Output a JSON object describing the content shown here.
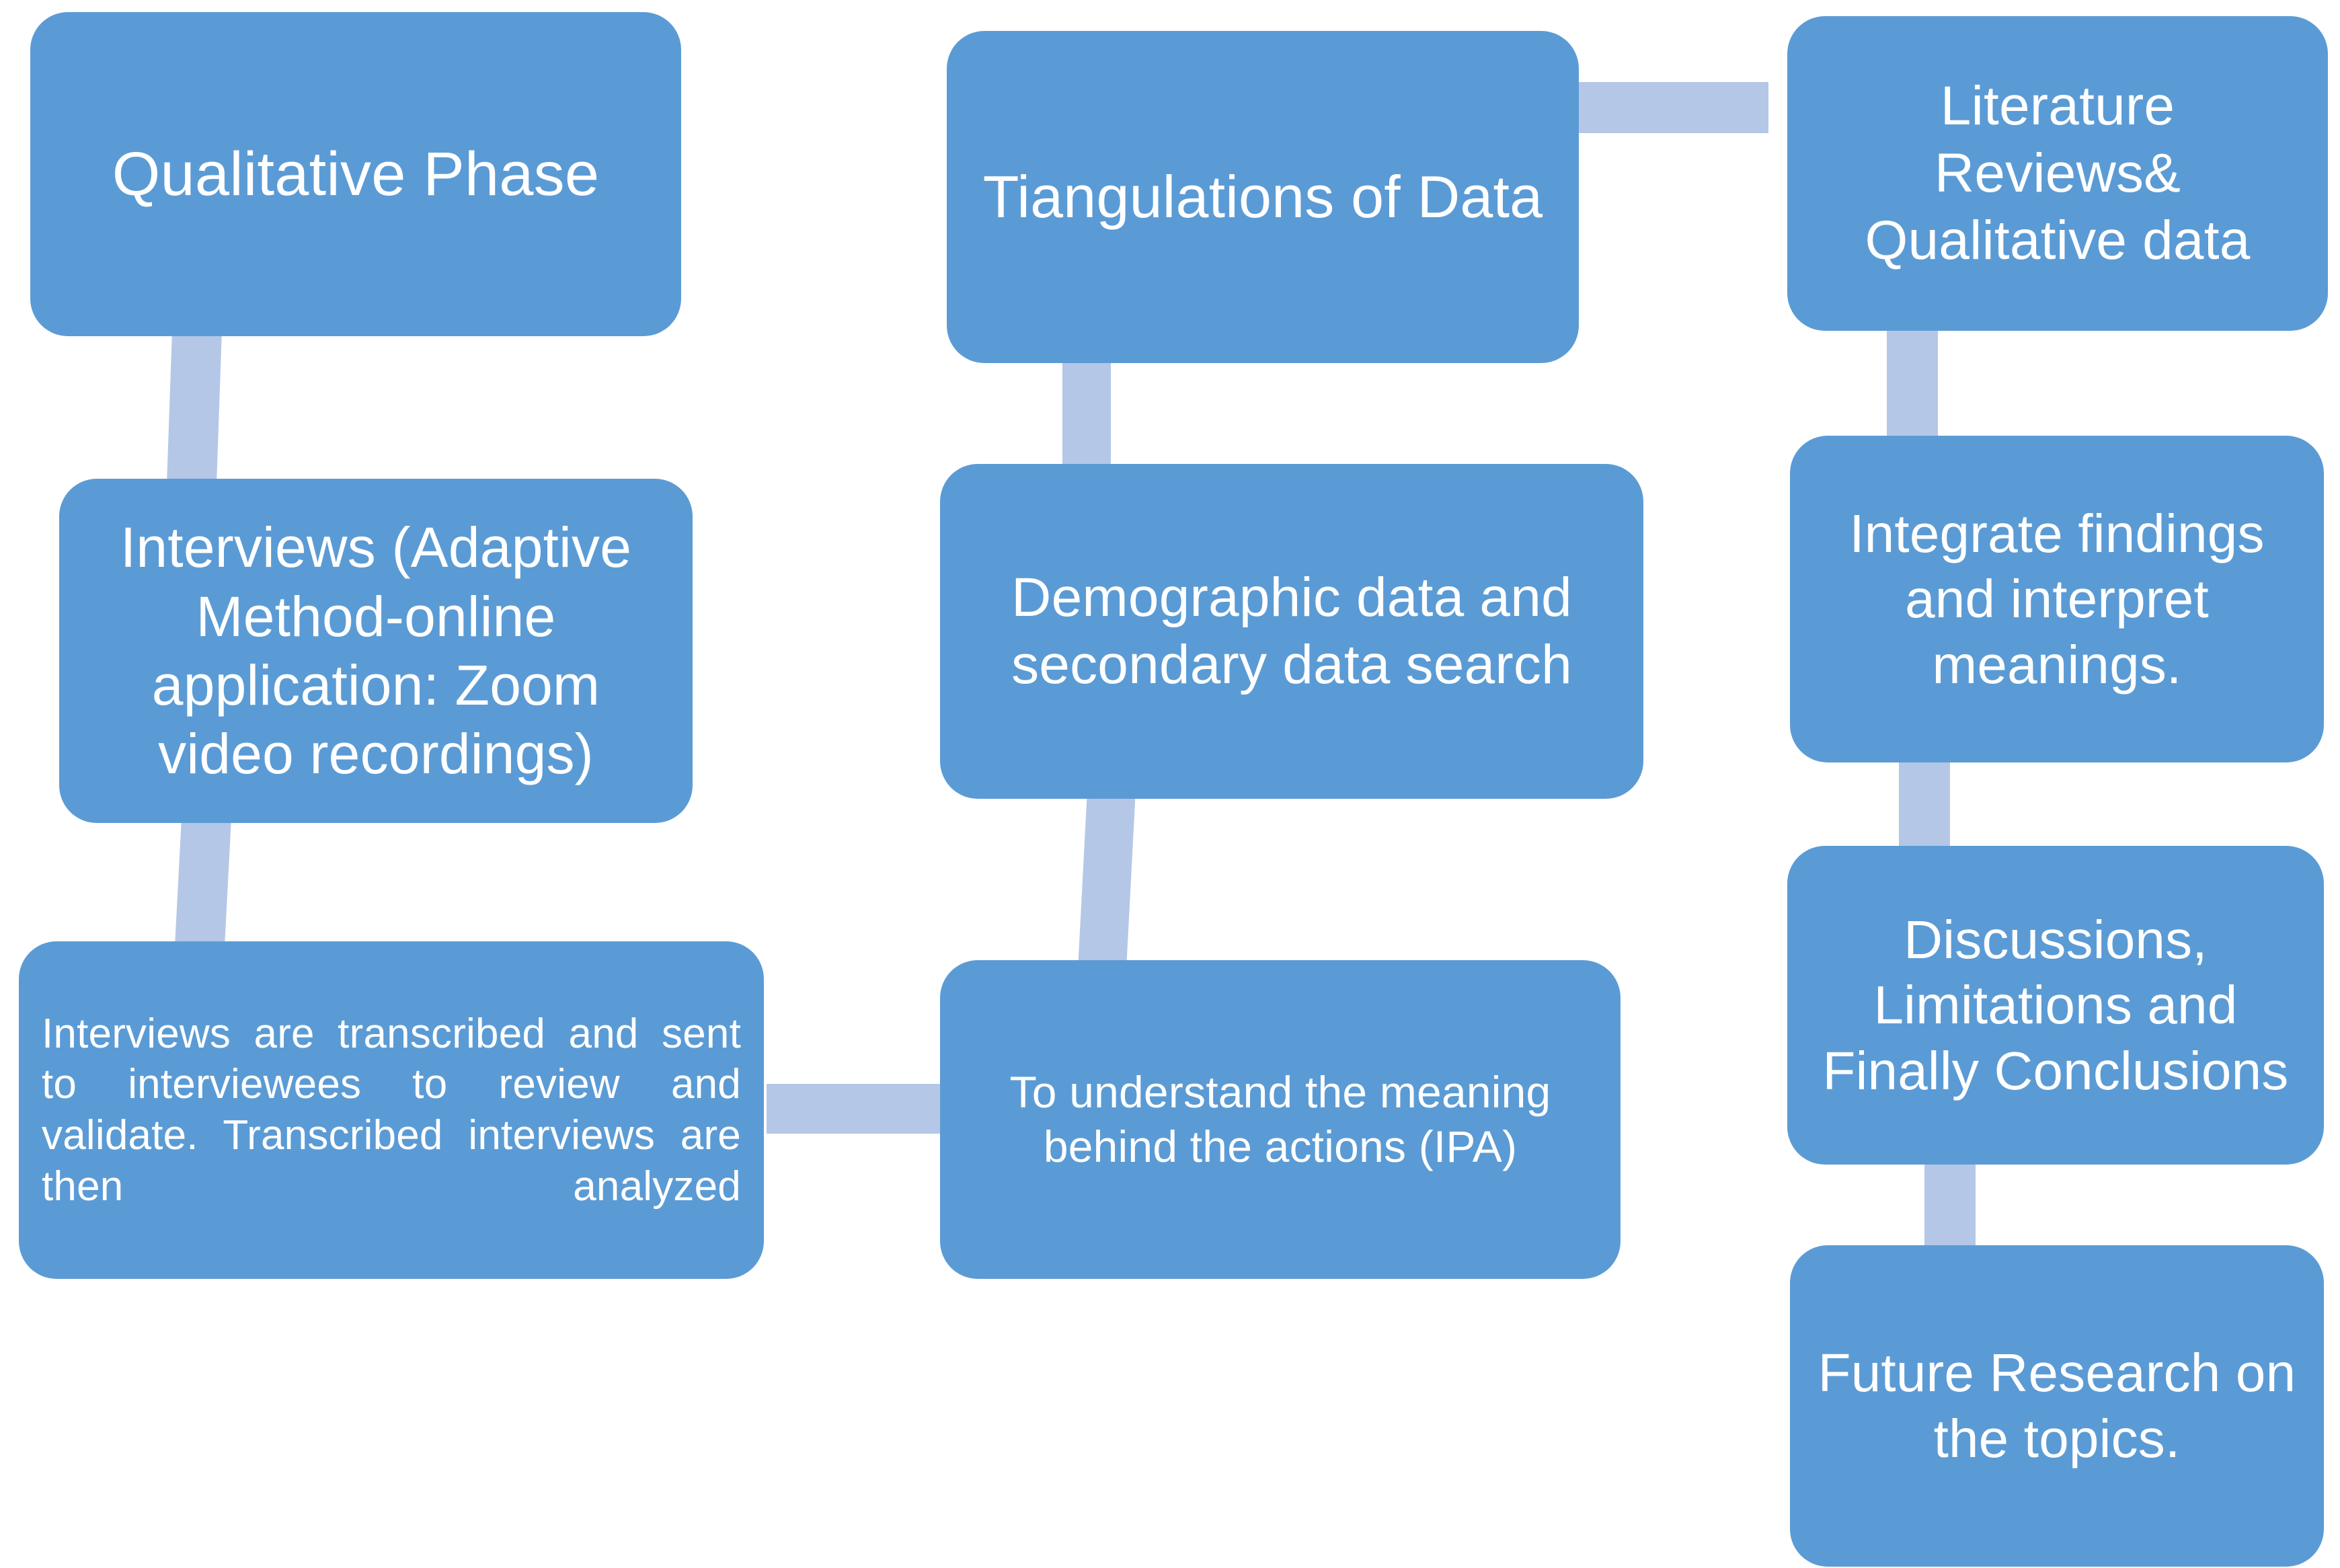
{
  "diagram": {
    "title": "Qualitative research process flowchart",
    "colors": {
      "node_fill": "#5b9bd5",
      "node_text": "#ffffff",
      "connector": "#b4c7e7",
      "background": "#ffffff"
    },
    "nodes": [
      {
        "id": "qualitative-phase",
        "label": "Qualitative Phase",
        "column": "left",
        "order": 1
      },
      {
        "id": "interviews-method",
        "label": "Interviews (Adaptive Method-online application: Zoom video recordings)",
        "column": "left",
        "order": 2
      },
      {
        "id": "transcribed",
        "label": "Interviews are transcribed and sent to interviewees to review and validate. Transcribed interviews are then analyzed",
        "column": "left",
        "order": 3
      },
      {
        "id": "triangulations",
        "label": "Tiangulations of Data",
        "column": "middle",
        "order": 1
      },
      {
        "id": "demographic",
        "label": "Demographic data and secondary data search",
        "column": "middle",
        "order": 2
      },
      {
        "id": "ipa",
        "label": "To understand the meaning behind the actions (IPA)",
        "column": "middle",
        "order": 3
      },
      {
        "id": "literature",
        "label": "Literature Reviews& Qualitative data",
        "column": "right",
        "order": 1
      },
      {
        "id": "integrate",
        "label": "Integrate findings and interpret meanings.",
        "column": "right",
        "order": 2
      },
      {
        "id": "discussions",
        "label": "Discussions, Limitations and Finally Conclusions",
        "column": "right",
        "order": 3
      },
      {
        "id": "future",
        "label": "Future Research on the topics.",
        "column": "right",
        "order": 4
      }
    ],
    "connectors": [
      {
        "id": "qual-interviews",
        "from": "qualitative-phase",
        "to": "interviews-method",
        "orientation": "vertical"
      },
      {
        "id": "interviews-trans",
        "from": "interviews-method",
        "to": "transcribed",
        "orientation": "vertical"
      },
      {
        "id": "trans-ipa",
        "from": "transcribed",
        "to": "ipa",
        "orientation": "horizontal"
      },
      {
        "id": "tri-demo",
        "from": "triangulations",
        "to": "demographic",
        "orientation": "vertical"
      },
      {
        "id": "demo-ipa",
        "from": "demographic",
        "to": "ipa",
        "orientation": "vertical"
      },
      {
        "id": "tri-lit",
        "from": "triangulations",
        "to": "literature",
        "orientation": "horizontal"
      },
      {
        "id": "lit-integrate",
        "from": "literature",
        "to": "integrate",
        "orientation": "vertical"
      },
      {
        "id": "integrate-disc",
        "from": "integrate",
        "to": "discussions",
        "orientation": "vertical"
      },
      {
        "id": "disc-future",
        "from": "discussions",
        "to": "future",
        "orientation": "vertical"
      }
    ]
  }
}
